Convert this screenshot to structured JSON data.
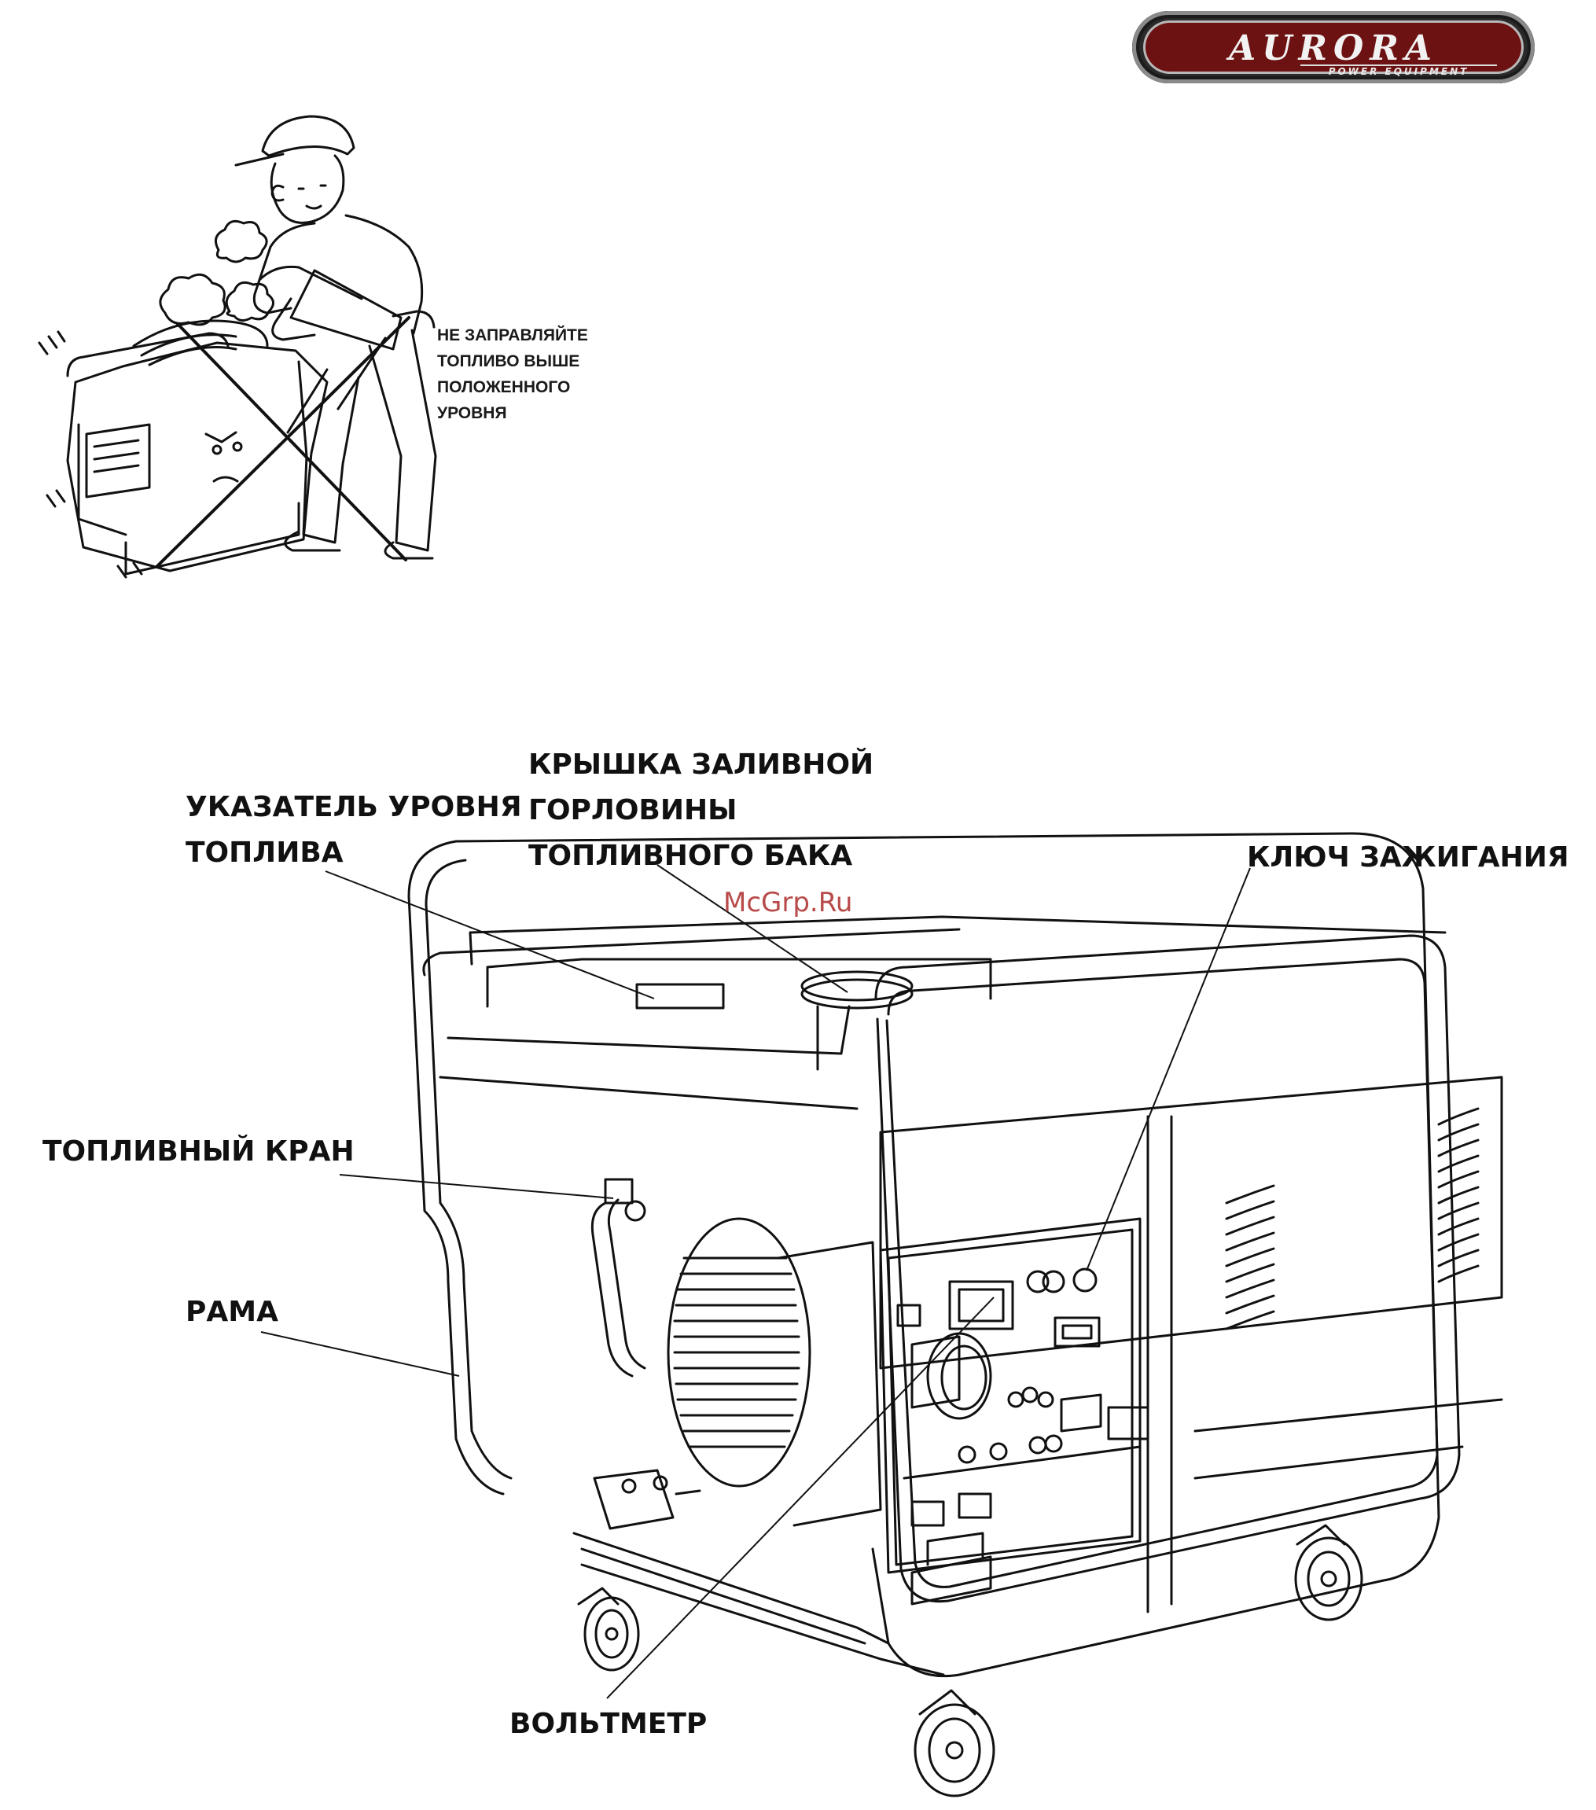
{
  "logo": {
    "brand": "AURORA",
    "tagline": "POWER EQUIPMENT"
  },
  "warning": {
    "lines": [
      "НЕ ЗАПРАВЛЯЙТЕ",
      "ТОПЛИВО ВЫШЕ",
      "ПОЛОЖЕННОГО",
      "УРОВНЯ"
    ]
  },
  "labels": {
    "fuel_level_indicator": [
      "УКАЗАТЕЛЬ УРОВНЯ",
      "ТОПЛИВА"
    ],
    "filler_cap": [
      "КРЫШКА ЗАЛИВНОЙ",
      "ГОРЛОВИНЫ",
      "ТОПЛИВНОГО БАКА"
    ],
    "ignition_key": "КЛЮЧ ЗАЖИГАНИЯ",
    "fuel_valve": "ТОПЛИВНЫЙ КРАН",
    "frame": "РАМА",
    "voltmeter": "ВОЛЬТМЕТР"
  },
  "watermark": "McGrp.Ru"
}
